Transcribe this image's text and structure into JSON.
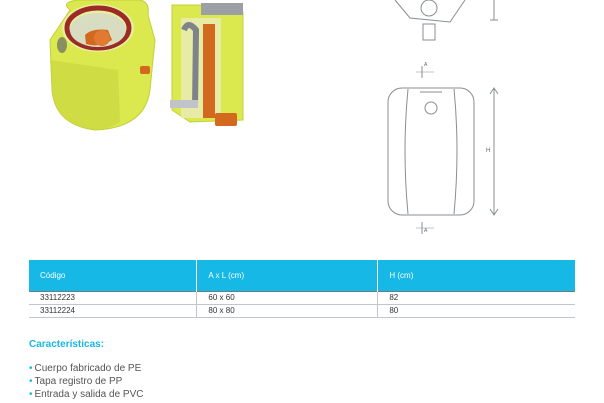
{
  "table": {
    "headers": [
      "Código",
      "A x L (cm)",
      "H (cm)"
    ],
    "rows": [
      [
        "33112223",
        "60 x 60",
        "82"
      ],
      [
        "33112224",
        "80 x 80",
        "80"
      ]
    ]
  },
  "features": {
    "title": "Características:",
    "items": [
      "Cuerpo fabricado de PE",
      "Tapa registro de PP",
      "Entrada y salida de PVC"
    ]
  },
  "drawing": {
    "label_a_top": "A",
    "label_a_bottom": "A",
    "label_h": "H"
  },
  "colors": {
    "accent": "#16b8e6",
    "tank_body": "#dbe84e",
    "pipe": "#d2691e"
  }
}
